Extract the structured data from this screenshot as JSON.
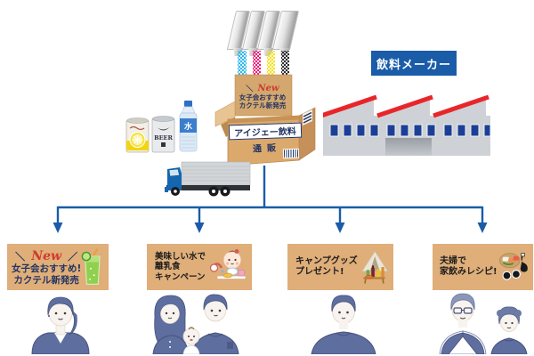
{
  "diagram_title": "beverage-maker-direct-sales-flow",
  "colors": {
    "arrow_blue": "#1a5ca8",
    "navy_text": "#223463",
    "red_accent": "#cf3a2e",
    "roof_red": "#e8262a",
    "cardboard": "#d9a469",
    "card_background": "#dfae79",
    "factory_gray": "#ced2d6",
    "person_blue": "#5d6e9f"
  },
  "factory": {
    "label": "飲料メーカー"
  },
  "printer": {
    "ink_colors": [
      "#2ab7f2",
      "#ec1e79",
      "#f4e11c",
      "#2b2b2b"
    ]
  },
  "shipping_box": {
    "flap_slash": "＼",
    "flap_new": "New",
    "flap_line1": "女子会おすすめ",
    "flap_line2": "カクテル新発売",
    "label": "アイジェー飲料",
    "sub_label": "通販"
  },
  "products": {
    "beer_can_label": "BEER",
    "water_bottle_label": "水"
  },
  "cards": [
    {
      "badge_left": "＼",
      "badge": "New",
      "badge_right": "／",
      "lines": [
        "女子会おすすめ!",
        "カクテル新発売"
      ],
      "icon": "cocktail-icon"
    },
    {
      "lines": [
        "美味しい水で",
        "離乳食",
        "キャンペーン"
      ],
      "icon": "baby-weaning-icon"
    },
    {
      "lines": [
        "キャンプグッズ",
        "プレゼント!"
      ],
      "icon": "camping-goods-icon"
    },
    {
      "lines": [
        "夫婦で",
        "家飲みレシピ!"
      ],
      "icon": "sake-sashimi-icon"
    }
  ],
  "audiences": [
    "young-woman",
    "family-with-baby",
    "young-man",
    "senior-couple"
  ]
}
